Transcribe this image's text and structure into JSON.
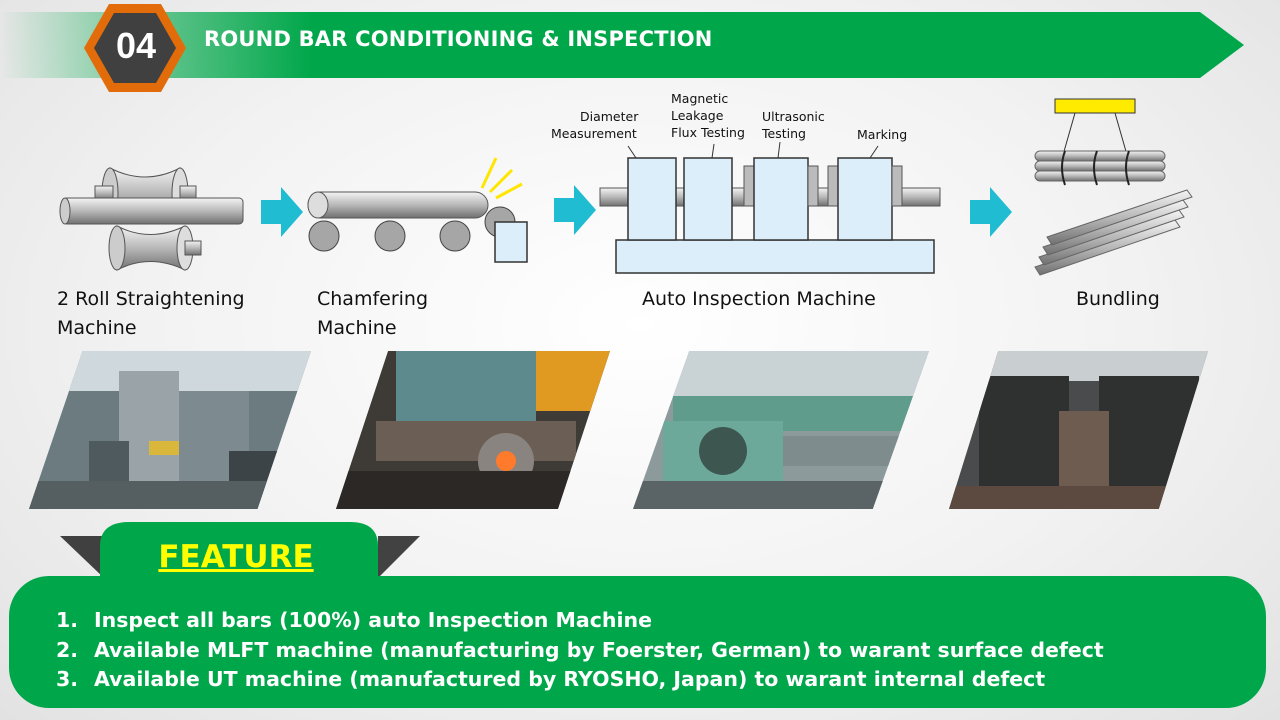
{
  "header": {
    "step_number": "04",
    "title": "ROUND BAR CONDITIONING & INSPECTION"
  },
  "process": {
    "steps": [
      {
        "label_line1": "2 Roll Straightening",
        "label_line2": "Machine"
      },
      {
        "label_line1": "Chamfering",
        "label_line2": "Machine"
      },
      {
        "label_line1": "Auto Inspection Machine"
      },
      {
        "label_line1": "Bundling"
      }
    ],
    "inspection_stations": [
      {
        "line1": "Diameter",
        "line2": "Measurement"
      },
      {
        "line1": "Magnetic",
        "line2": "Leakage",
        "line3": "Flux Testing"
      },
      {
        "line1": "Ultrasonic",
        "line2": "Testing"
      },
      {
        "line1": "Marking"
      }
    ]
  },
  "feature": {
    "title": "FEATURE",
    "items": [
      {
        "num": "1.",
        "text": "Inspect all bars (100%) auto Inspection Machine"
      },
      {
        "num": "2.",
        "text": "Available MLFT machine (manufacturing by Foerster, German) to warant surface defect"
      },
      {
        "num": "3.",
        "text": "Available UT machine (manufactured by RYOSHO, Japan) to warant internal defect"
      }
    ]
  },
  "colors": {
    "banner_green": "#00a74a",
    "badge_orange": "#e36c0a",
    "badge_dark": "#404040",
    "arrow_teal": "#1fbcd2",
    "machine_blue": "#dbeefa",
    "feature_yellow": "#ffff00",
    "bundle_yellow": "#ffeb00"
  }
}
